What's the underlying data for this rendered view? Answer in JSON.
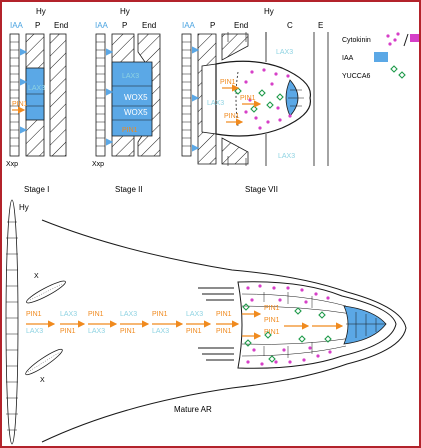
{
  "colors": {
    "iaa": "#5ba8e6",
    "iaa_text": "#4aa3e0",
    "lax3": "#8ed3e2",
    "pin1": "#f08a1e",
    "cytokinin": "#d63fc8",
    "yucca6": "#1f9a4a",
    "line": "#1a1a1a",
    "frame": "#b3232b"
  },
  "legend": {
    "cytokinin": "Cytokinin",
    "iaa": "IAA",
    "yucca6": "YUCCA6"
  },
  "stage1": {
    "caption": "Stage I",
    "hy": "Hy",
    "iaa": "IAA",
    "p": "P",
    "end": "End",
    "lax3": "LAX3",
    "pin1": "PIN1",
    "xxp": "Xxp"
  },
  "stage2": {
    "caption": "Stage II",
    "hy": "Hy",
    "iaa": "IAA",
    "p": "P",
    "end": "End",
    "lax3": "LAX3",
    "wox5_a": "WOX5",
    "wox5_b": "WOX5",
    "pin1": "PIN1",
    "xxp": "Xxp"
  },
  "stage7": {
    "caption": "Stage VII",
    "hy": "Hy",
    "iaa": "IAA",
    "p": "P",
    "end": "End",
    "c": "C",
    "e": "E",
    "lax3_top": "LAX3",
    "lax3_left": "LAX3",
    "lax3_bottom": "LAX3",
    "pin1_a": "PIN1",
    "pin1_b": "PIN1",
    "pin1_c": "PIN1"
  },
  "mature": {
    "caption": "Mature AR",
    "hy": "Hy",
    "x_top": "X",
    "x_bottom": "X",
    "pin1": [
      "PIN1",
      "PIN1",
      "PIN1",
      "PIN1",
      "PIN1",
      "PIN1",
      "PIN1",
      "PIN1"
    ],
    "lax3": [
      "LAX3",
      "LAX3",
      "LAX3",
      "LAX3",
      "LAX3",
      "LAX3"
    ],
    "pin1_stack": [
      "PIN1",
      "PIN1",
      "PIN1"
    ]
  }
}
